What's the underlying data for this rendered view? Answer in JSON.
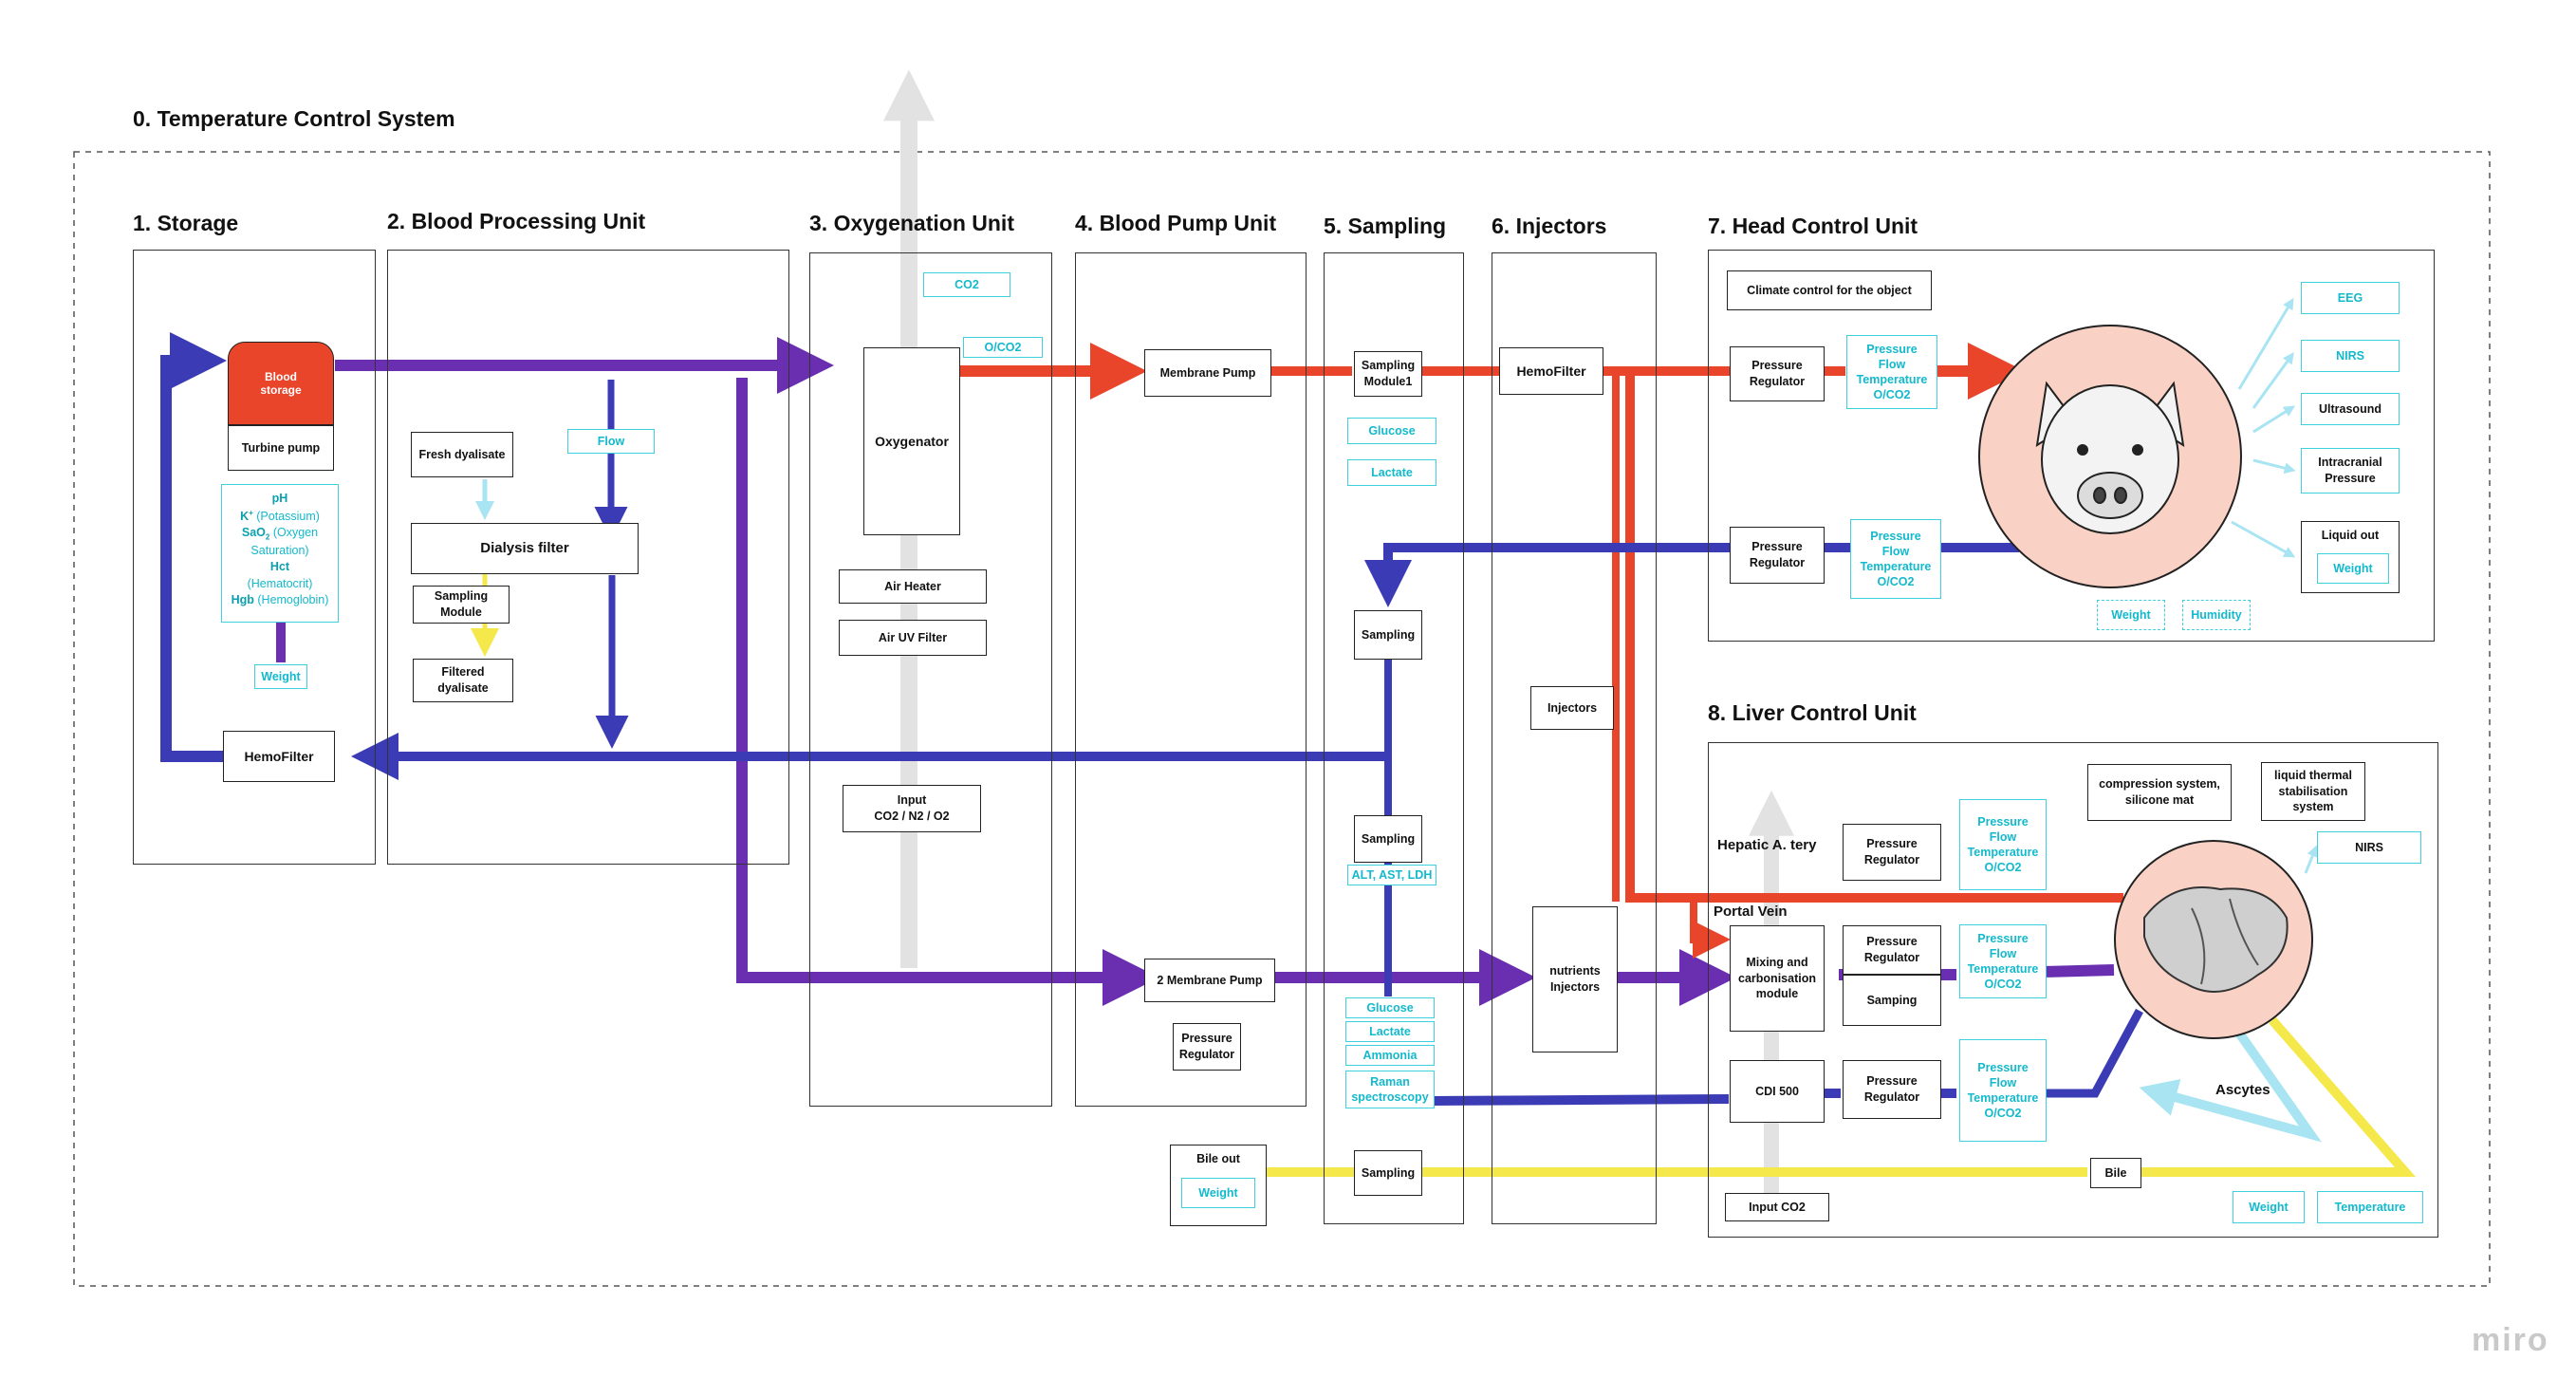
{
  "system_title": "0. Temperature Control System",
  "units": {
    "storage": "1. Storage",
    "blood_processing": "2. Blood Processing Unit",
    "oxygenation": "3. Oxygenation Unit",
    "blood_pump": "4. Blood Pump Unit",
    "sampling": "5. Sampling",
    "injectors": "6. Injectors",
    "head_control": "7. Head Control Unit",
    "liver_control": "8. Liver Control Unit"
  },
  "storage": {
    "blood_storage": "Blood\nstorage",
    "turbine_pump": "Turbine pump",
    "hemofilter": "HemoFilter",
    "weight": "Weight",
    "params": {
      "ph": "pH",
      "k_label": "K",
      "k_sup": "+",
      "k_text": "(Potassium)",
      "sao2_label": "SaO",
      "sao2_sub": "2",
      "sao2_text": "(Oxygen Saturation)",
      "hct_label": "Hct",
      "hct_text": "(Hematocrit)",
      "hgb_label": "Hgb",
      "hgb_text": "(Hemoglobin)"
    }
  },
  "blood_processing": {
    "fresh_dyalisate": "Fresh dyalisate",
    "flow": "Flow",
    "dialysis_filter": "Dialysis filter",
    "sampling_module": "Sampling\nModule",
    "filtered_dyalisate": "Filtered\ndyalisate"
  },
  "oxygenation": {
    "co2": "CO2",
    "o_co2": "O/CO2",
    "oxygenator": "Oxygenator",
    "air_heater": "Air Heater",
    "air_uv_filter": "Air UV Filter",
    "input": "Input\nCO2 / N2 / O2"
  },
  "blood_pump": {
    "membrane_pump": "Membrane Pump",
    "membrane_pump_2": "2 Membrane Pump",
    "pressure_regulator": "Pressure\nRegulator",
    "bile_out": "Bile out",
    "weight": "Weight"
  },
  "sampling": {
    "sampling_module1": "Sampling\nModule1",
    "glucose": "Glucose",
    "lactate": "Lactate",
    "sampling_a": "Sampling",
    "sampling_b": "Sampling",
    "alt_ast_ldh": "ALT, AST, LDH",
    "lower_params": [
      "Glucose",
      "Lactate",
      "Ammonia",
      "Raman\nspectroscopy"
    ],
    "sampling_c": "Sampling"
  },
  "injectors": {
    "hemofilter": "HemoFilter",
    "injectors": "Injectors",
    "nutrients_injectors": "nutrients\nInjectors"
  },
  "head": {
    "climate": "Climate control for the object",
    "pressure_regulator_1": "Pressure\nRegulator",
    "pressure_regulator_2": "Pressure\nRegulator",
    "params_1": "Pressure\nFlow\nTemperature\nO/CO2",
    "params_2": "Pressure\nFlow\nTemperature\nO/CO2",
    "outputs": [
      "EEG",
      "NIRS",
      "Ultrasound",
      "Intracranial\nPressure"
    ],
    "liquid_out": "Liquid out",
    "liquid_weight": "Weight",
    "weight": "Weight",
    "humidity": "Humidity"
  },
  "liver": {
    "compression": "compression system,\nsilicone mat",
    "liquid_thermal": "liquid thermal\nstabilisation\nsystem",
    "nirs": "NIRS",
    "hepatic_artery": "Hepatic A. tery",
    "portal_vein": "Portal Vein",
    "pressure_regulator_1": "Pressure\nRegulator",
    "pressure_regulator_2": "Pressure\nRegulator",
    "pressure_regulator_3": "Pressure\nRegulator",
    "params_1": "Pressure\nFlow\nTemperature\nO/CO2",
    "params_2": "Pressure\nFlow\nTemperature\nO/CO2",
    "params_3": "Pressure\nFlow\nTemperature\nO/CO2",
    "mixing": "Mixing and\ncarbonisation\nmodule",
    "samping": "Samping",
    "cdi": "CDI 500",
    "input_co2": "Input CO2",
    "ascytes": "Ascytes",
    "bile": "Bile",
    "weight": "Weight",
    "temperature": "Temperature"
  },
  "watermark": "miro",
  "colors": {
    "red": "#e8452b",
    "purple": "#6a2fb0",
    "blue": "#3b3bb5",
    "yellow": "#f4e84a",
    "light_blue": "#a8e4f2",
    "cyan": "#3fd0e0",
    "grey_arrow": "#e2e2e2"
  }
}
